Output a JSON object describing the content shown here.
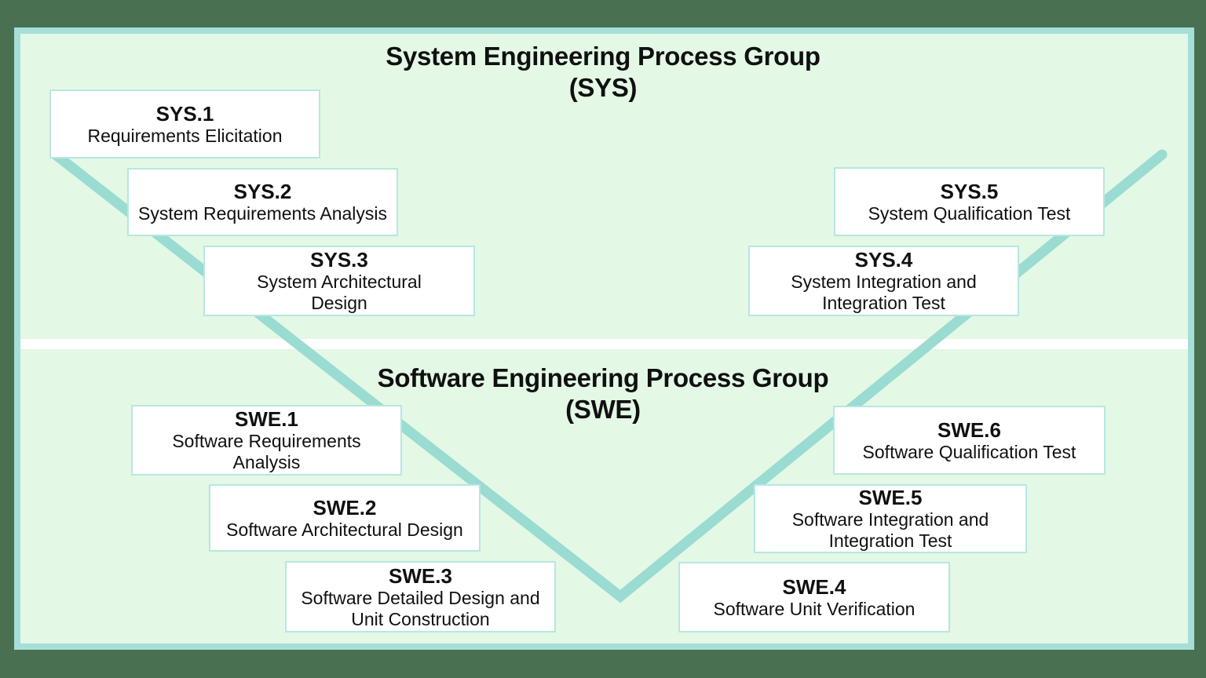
{
  "colors": {
    "outer_background": "#4a7052",
    "panel_fill": "#e3f8e5",
    "panel_border": "#a5dfd8",
    "v_line": "#9adbd2",
    "box_fill": "#ffffff",
    "box_border": "#b8e7e0",
    "divider": "#ffffff",
    "text": "#101010"
  },
  "sys_group": {
    "title": "System Engineering Process Group",
    "subtitle": "(SYS)",
    "boxes": [
      {
        "id": "SYS.1",
        "label": [
          "Requirements Elicitation"
        ]
      },
      {
        "id": "SYS.2",
        "label": [
          "System Requirements Analysis"
        ]
      },
      {
        "id": "SYS.3",
        "label": [
          "System Architectural",
          "Design"
        ]
      },
      {
        "id": "SYS.4",
        "label": [
          "System Integration and",
          "Integration Test"
        ]
      },
      {
        "id": "SYS.5",
        "label": [
          "System Qualification Test"
        ]
      }
    ]
  },
  "swe_group": {
    "title": "Software Engineering Process Group",
    "subtitle": "(SWE)",
    "boxes": [
      {
        "id": "SWE.1",
        "label": [
          "Software Requirements",
          "Analysis"
        ]
      },
      {
        "id": "SWE.2",
        "label": [
          "Software Architectural Design"
        ]
      },
      {
        "id": "SWE.3",
        "label": [
          "Software Detailed Design and",
          "Unit Construction"
        ]
      },
      {
        "id": "SWE.4",
        "label": [
          "Software Unit Verification"
        ]
      },
      {
        "id": "SWE.5",
        "label": [
          "Software Integration and",
          "Integration Test"
        ]
      },
      {
        "id": "SWE.6",
        "label": [
          "Software Qualification Test"
        ]
      }
    ]
  }
}
